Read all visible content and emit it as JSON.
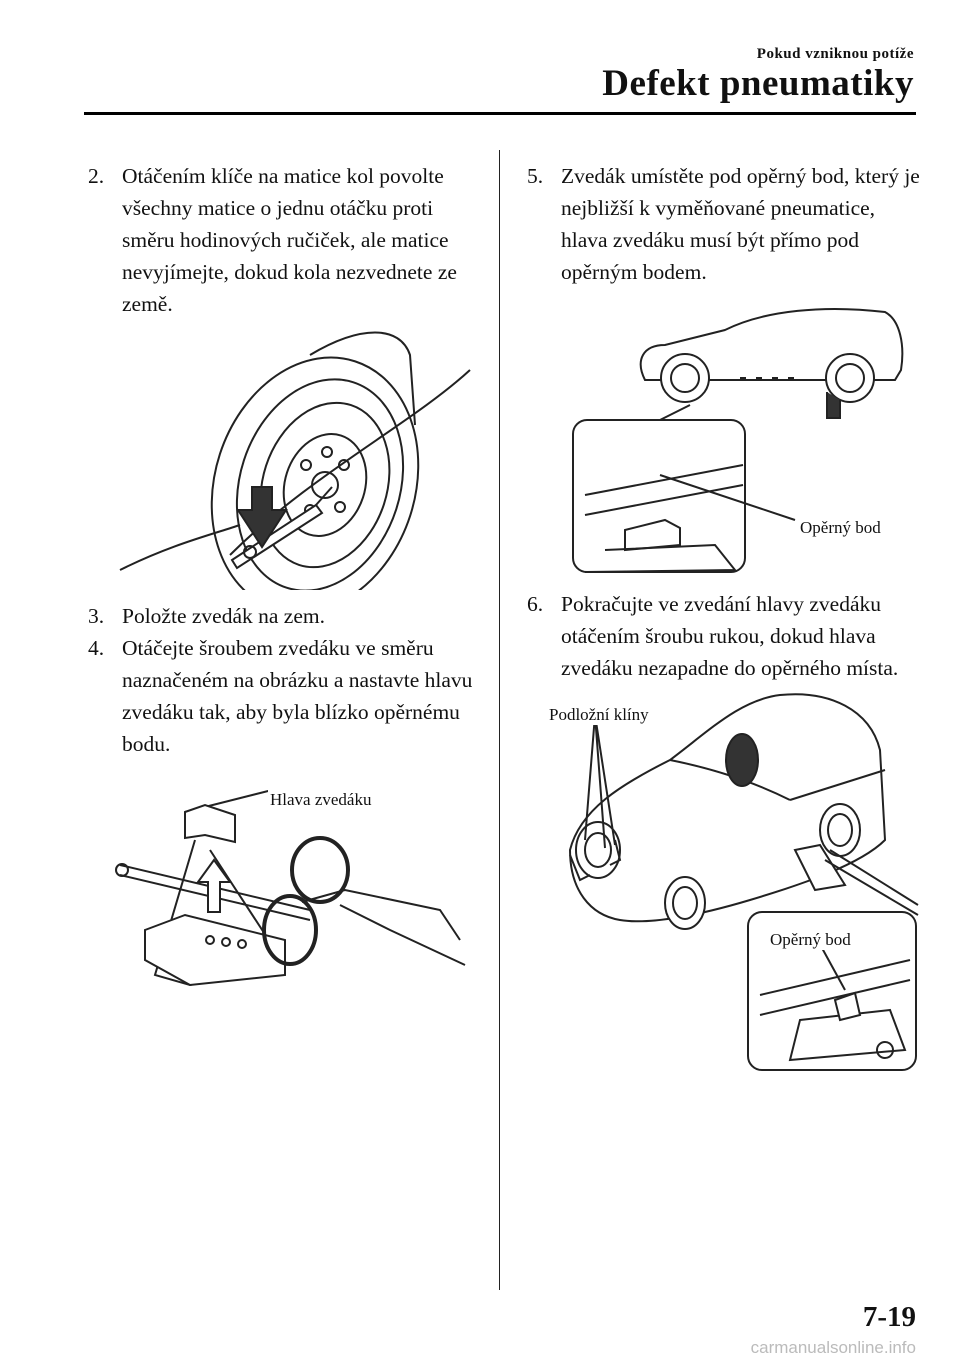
{
  "header": {
    "section": "Pokud vzniknou potíže",
    "title": "Defekt pneumatiky"
  },
  "steps": [
    {
      "num": "2.",
      "text": "Otáčením klíče na matice kol povolte všechny matice o jednu otáčku proti směru hodinových ručiček, ale matice nevyjímejte, dokud kola nezvednete ze země."
    },
    {
      "num": "3.",
      "text": "Položte zvedák na zem."
    },
    {
      "num": "4.",
      "text": "Otáčejte šroubem zvedáku ve směru naznačeném na obrázku a nastavte hlavu zvedáku tak, aby byla blízko opěrnému bodu."
    },
    {
      "num": "5.",
      "text": "Zvedák umístěte pod opěrný bod, který je nejbližší k vyměňované pneumatice, hlava zvedáku musí být přímo pod opěrným bodem."
    },
    {
      "num": "6.",
      "text": "Pokračujte ve zvedání hlavy zvedáku otáčením šroubu rukou, dokud hlava zvedáku nezapadne do opěrného místa."
    }
  ],
  "figures": {
    "jack": {
      "label": "Hlava zvedáku"
    },
    "jack_point": {
      "label": "Opěrný bod"
    },
    "car_lift": {
      "chocks_label": "Podložní klíny",
      "point_label": "Opěrný bod"
    }
  },
  "footer": {
    "page": "7-19",
    "site": "carmanualsonline.info"
  }
}
